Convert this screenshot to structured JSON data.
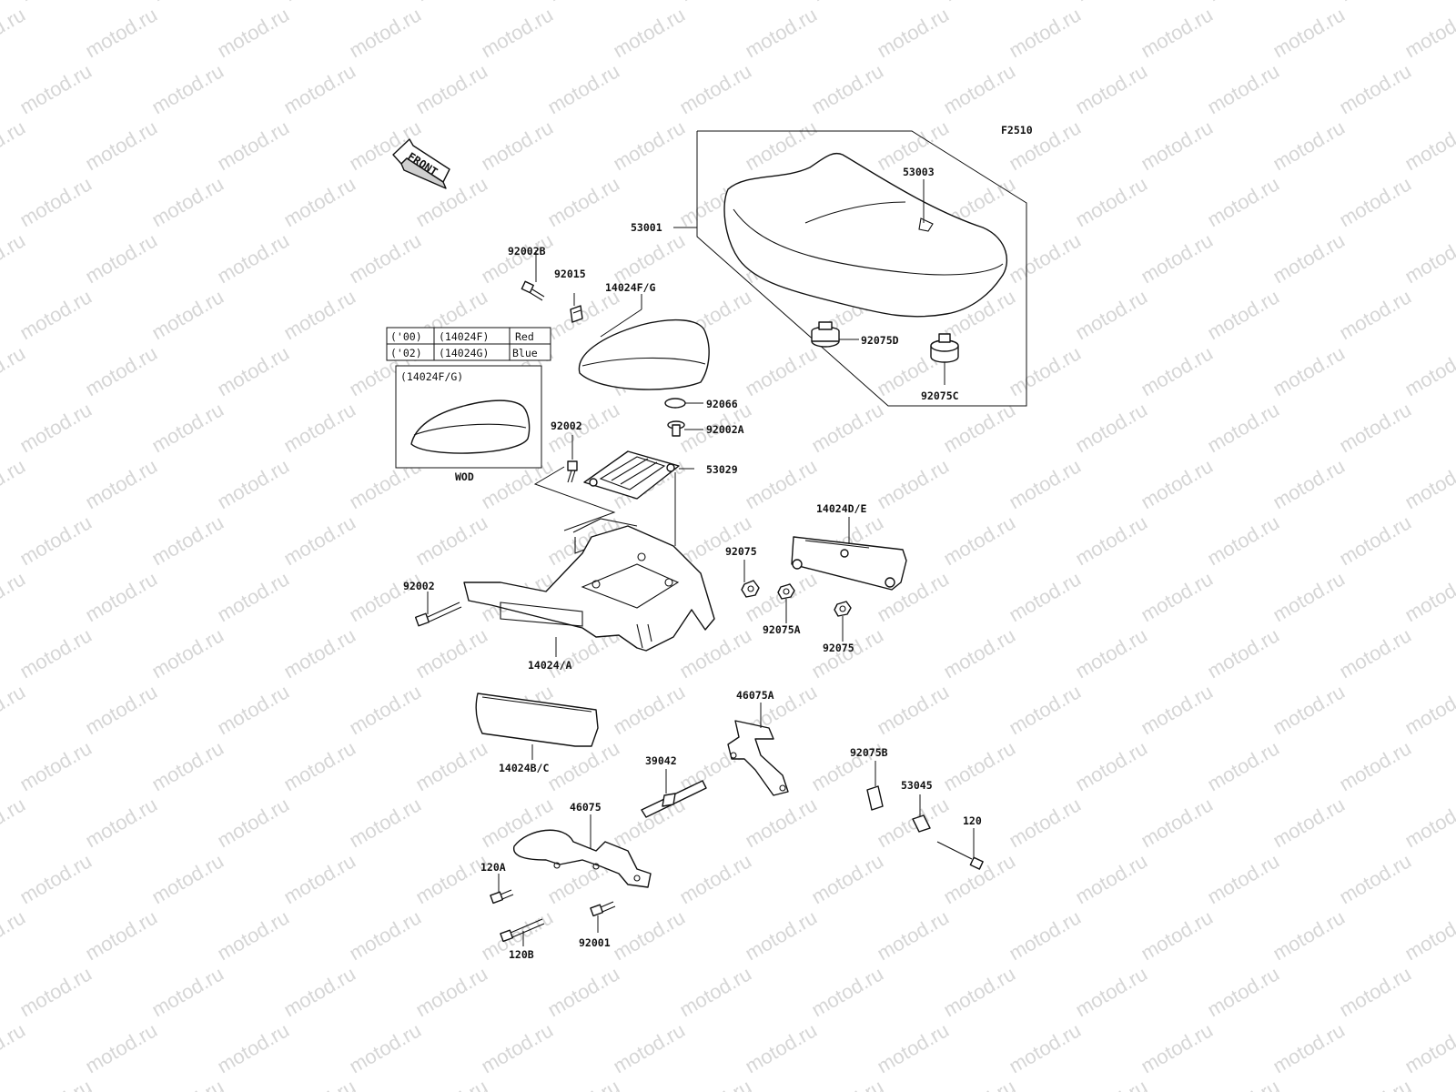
{
  "diagram": {
    "code": "F2510",
    "watermark": "motod.ru",
    "front_label": "FRONT",
    "variant_table": {
      "rows": [
        {
          "year": "('00)",
          "part": "(14024F)",
          "color": "Red"
        },
        {
          "year": "('02)",
          "part": "(14024G)",
          "color": "Blue"
        }
      ]
    },
    "inset": {
      "title": "(14024F/G)",
      "caption": "WOD"
    },
    "parts": {
      "p53003": "53003",
      "p53001": "53001",
      "p92002B": "92002B",
      "p92015": "92015",
      "p14024FG": "14024F/G",
      "p92075D": "92075D",
      "p92075C": "92075C",
      "p92066": "92066",
      "p92002_top": "92002",
      "p92002A": "92002A",
      "p53029": "53029",
      "p14024DE": "14024D/E",
      "p92075_a": "92075",
      "p92002_left": "92002",
      "p92075A": "92075A",
      "p92075_b": "92075",
      "p14024A": "14024/A",
      "p46075A": "46075A",
      "p14024BC": "14024B/C",
      "p39042": "39042",
      "p92075B": "92075B",
      "p53045": "53045",
      "p46075": "46075",
      "p120": "120",
      "p120A": "120A",
      "p120B": "120B",
      "p92001": "92001"
    }
  }
}
